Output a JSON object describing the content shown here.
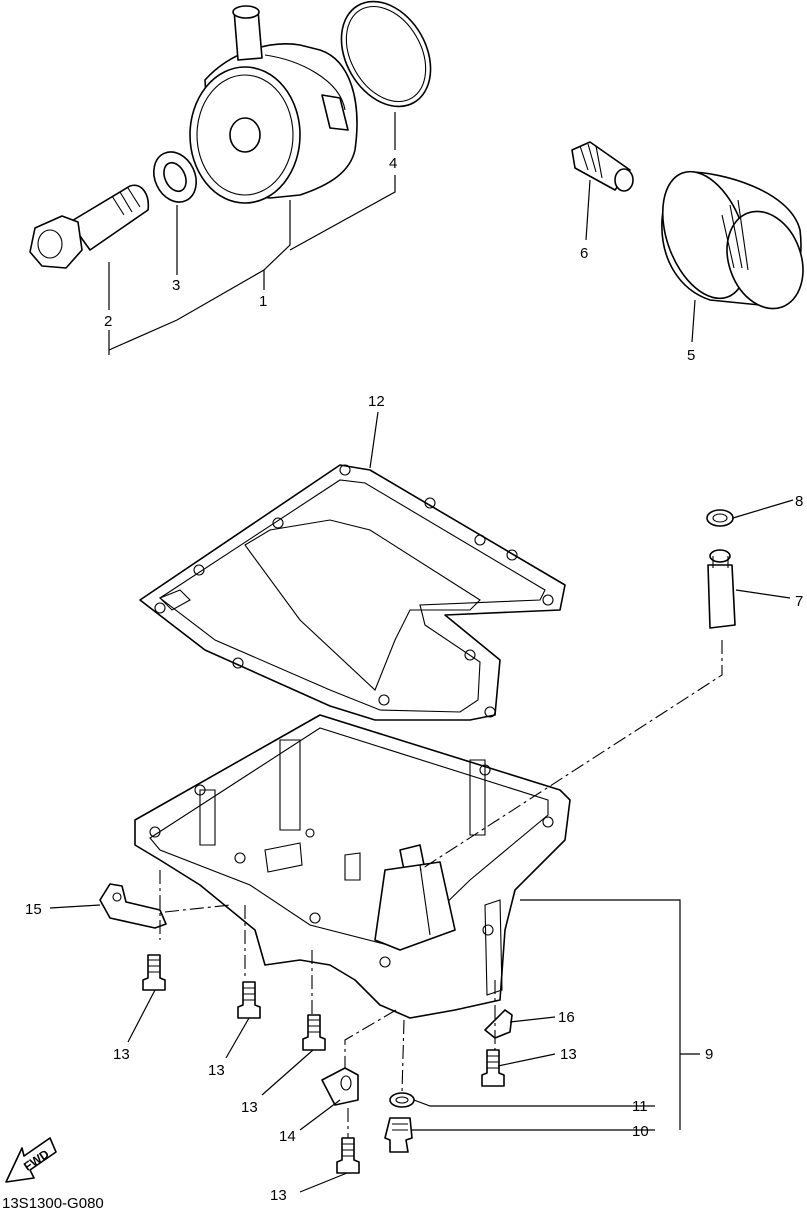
{
  "callouts": {
    "c1": "1",
    "c2": "2",
    "c3": "3",
    "c4": "4",
    "c5": "5",
    "c6": "6",
    "c7": "7",
    "c8": "8",
    "c9": "9",
    "c10": "10",
    "c11": "11",
    "c12": "12",
    "c13": "13",
    "c14": "14",
    "c15": "15",
    "c16": "16"
  },
  "arrow_label": "FWD",
  "diagram_code": "13S1300-G080"
}
